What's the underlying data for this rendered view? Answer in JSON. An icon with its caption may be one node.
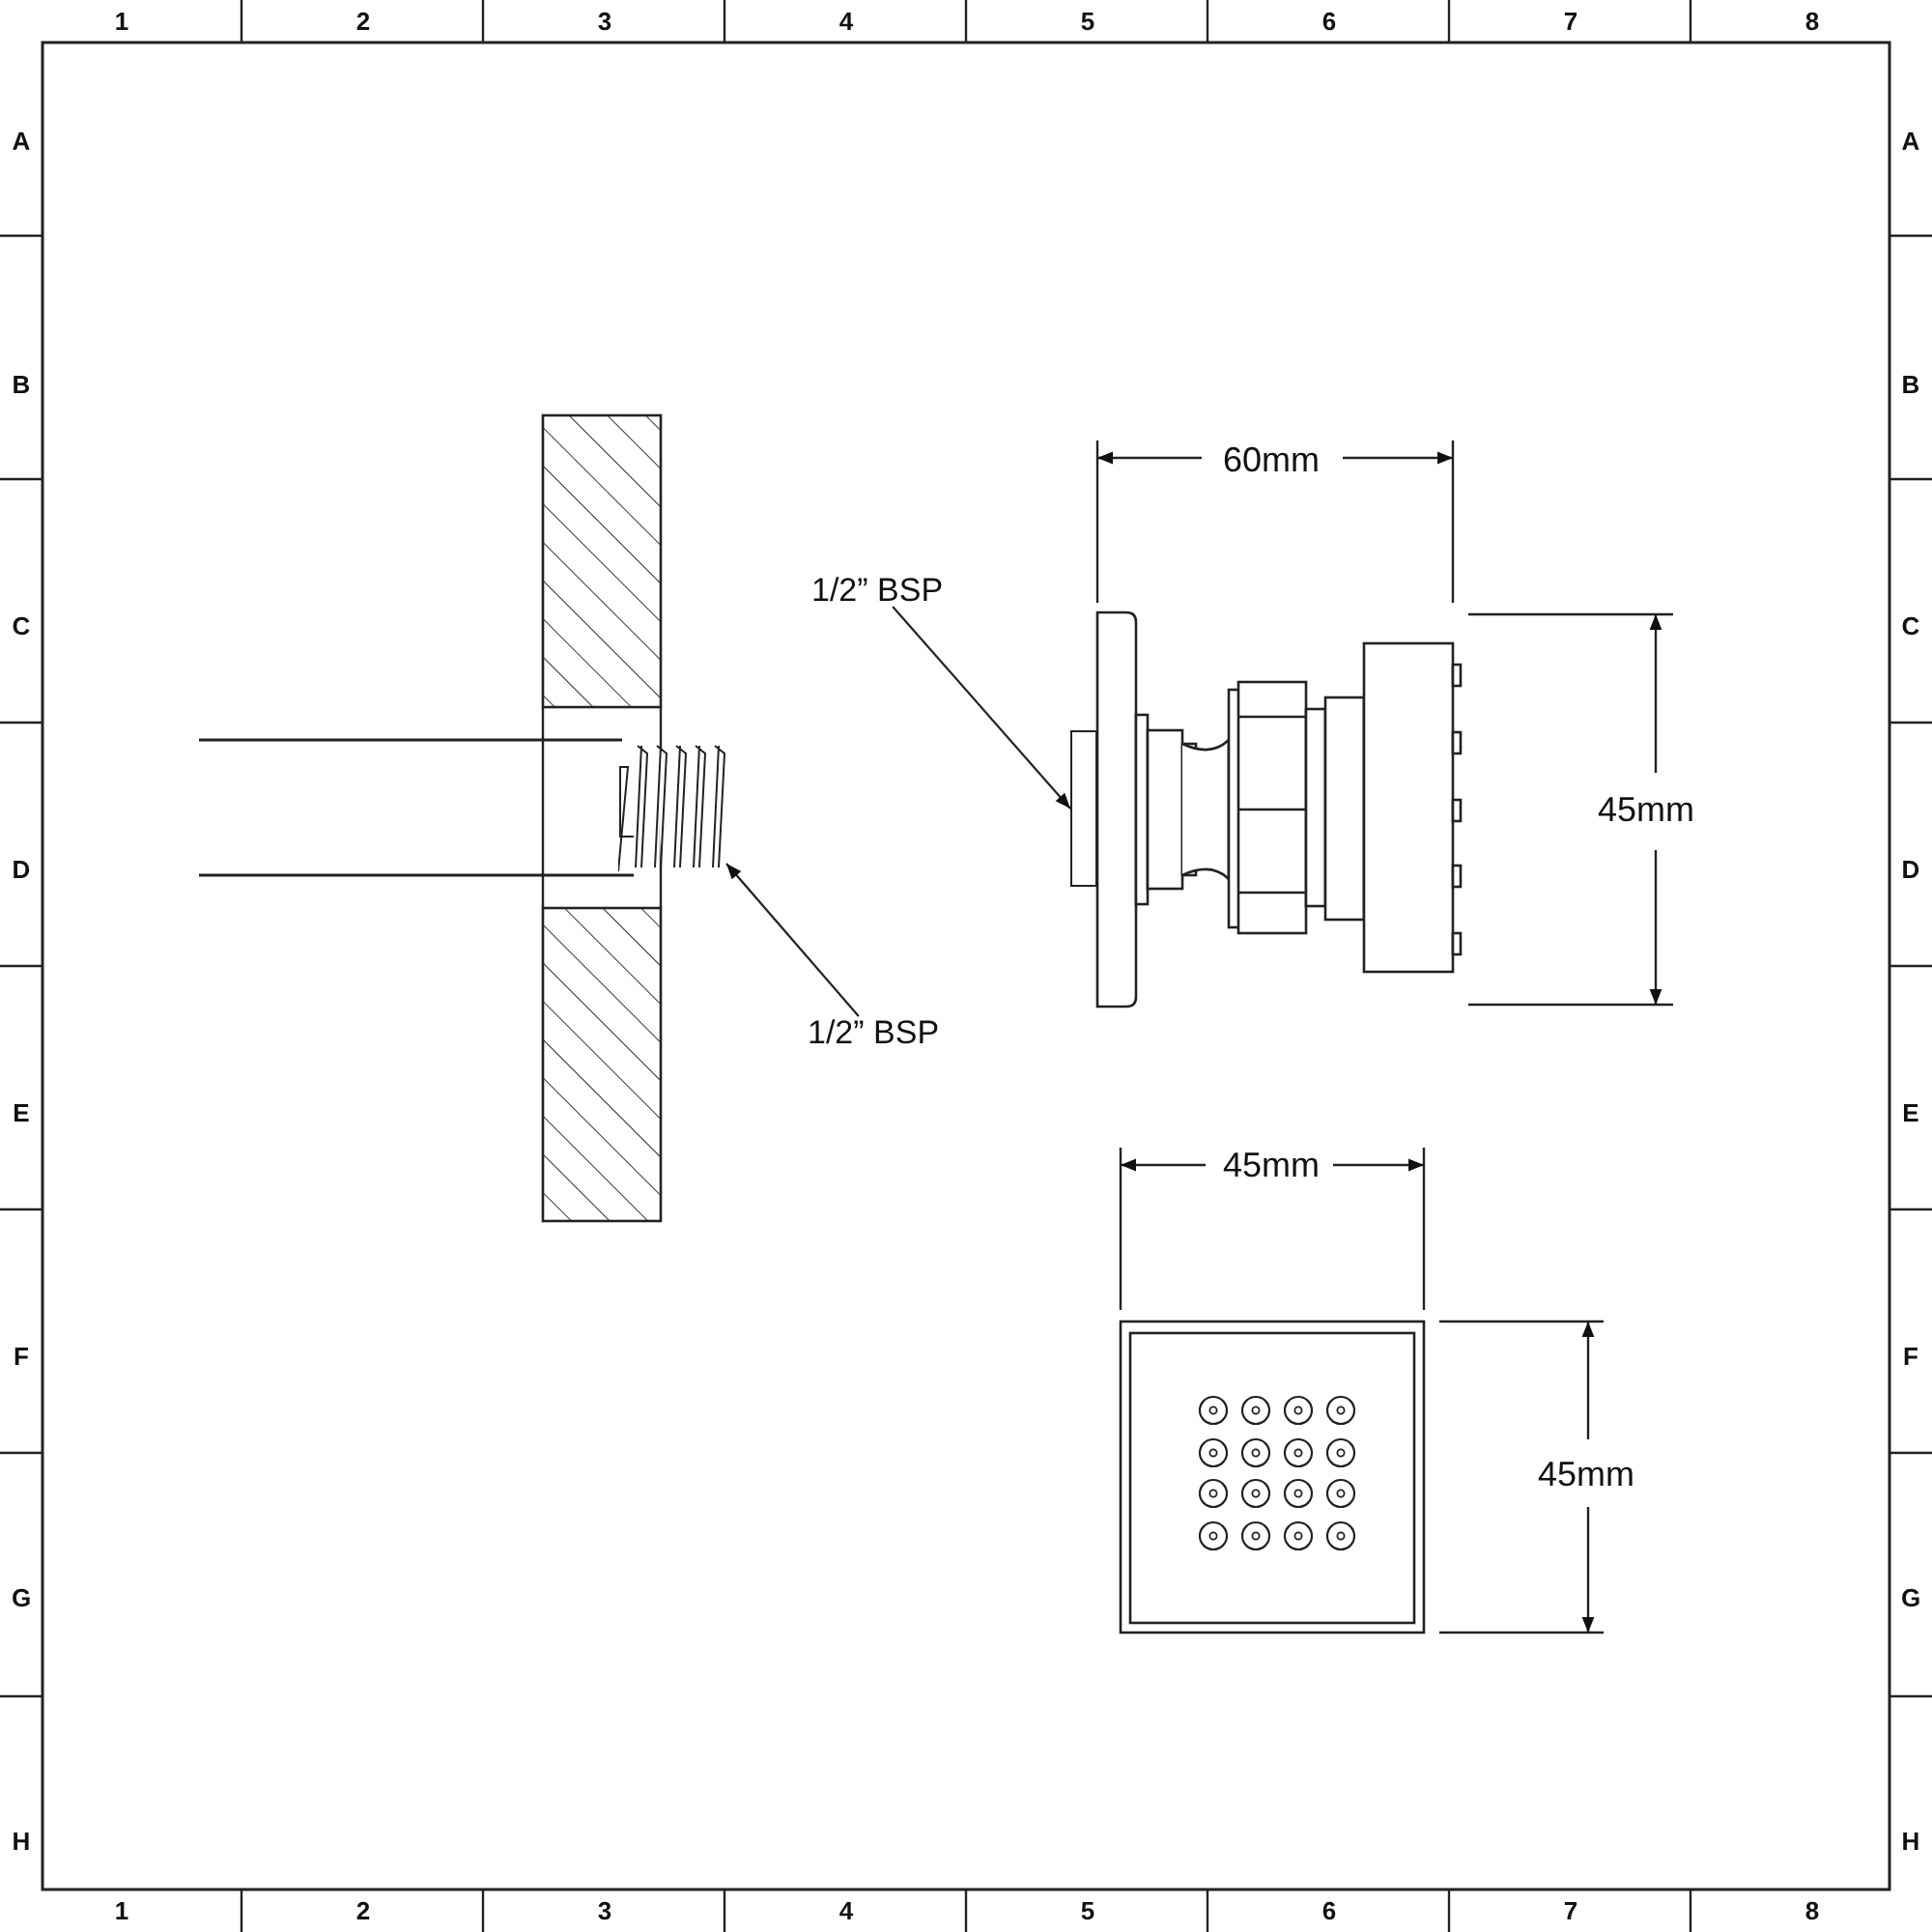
{
  "diagram": {
    "nodes": [
      {
        "text": [
          "1/2” BSP"
        ]
      },
      {
        "text": [],
        "shape": "picture"
      },
      {
        "text": [
          "1/2” BSP"
        ]
      },
      {
        "text": [],
        "shape": "box"
      }
    ],
    "edges": [
      {
        "from": 0,
        "to": 3,
        "arrow": "to"
      },
      {
        "from": 2,
        "to": 1,
        "arrow": "to"
      }
    ],
    "labels": [
      "1",
      "2",
      "3",
      "4",
      "5",
      "6",
      "7",
      "8",
      "A",
      "B",
      "C",
      "D",
      "E",
      "F",
      "G",
      "H",
      "A",
      "B",
      "C",
      "D",
      "E",
      "F",
      "G",
      "H",
      "1",
      "2",
      "3",
      "4",
      "5",
      "6",
      "7",
      "8",
      "60mm",
      "45mm",
      "45mm",
      "45mm"
    ]
  }
}
